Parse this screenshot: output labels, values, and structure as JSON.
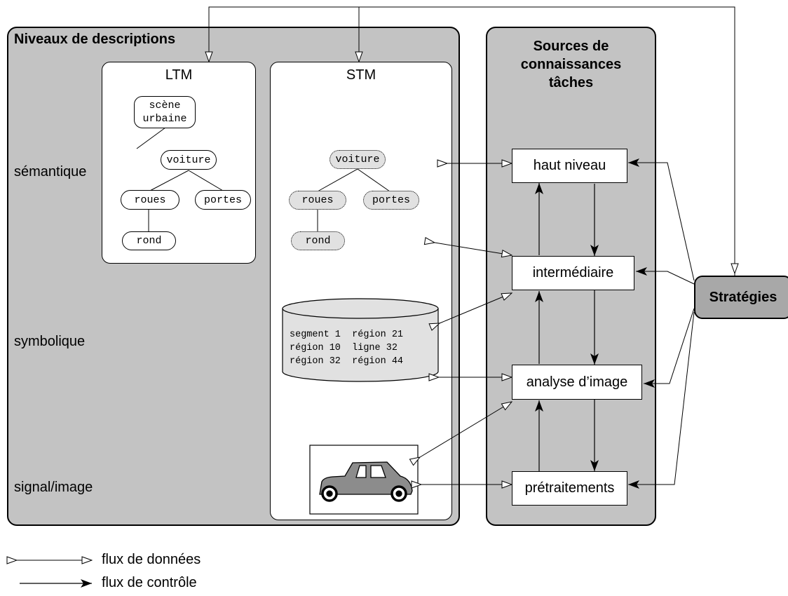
{
  "panels": {
    "levels_title": "Niveaux de descriptions",
    "sources_title_line1": "Sources de",
    "sources_title_line2": "connaissances",
    "sources_title_line3": "tâches"
  },
  "levels": {
    "semantic": "sémantique",
    "symbolic": "symbolique",
    "signal": "signal/image"
  },
  "ltm": {
    "title": "LTM",
    "scene_line1": "scène",
    "scene_line2": "urbaine",
    "voiture": "voiture",
    "roues": "roues",
    "portes": "portes",
    "rond": "rond"
  },
  "stm": {
    "title": "STM",
    "voiture": "voiture",
    "roues": "roues",
    "portes": "portes",
    "rond": "rond",
    "db_rows": [
      "segment 1  région 21",
      "région 10  ligne 32",
      "région 32  région 44"
    ]
  },
  "tasks": {
    "haut": "haut niveau",
    "inter": "intermédiaire",
    "analyse": "analyse d’image",
    "pretrait": "prétraitements"
  },
  "strategies": "Stratégies",
  "legend": {
    "data_flow": "flux de données",
    "control_flow": "flux de contrôle"
  },
  "colors": {
    "panel_fill": "#c3c3c3",
    "strategies_fill": "#a8a8a8",
    "node_dotted_fill": "#e1e1e1",
    "car_fill": "#8c8c8c"
  }
}
